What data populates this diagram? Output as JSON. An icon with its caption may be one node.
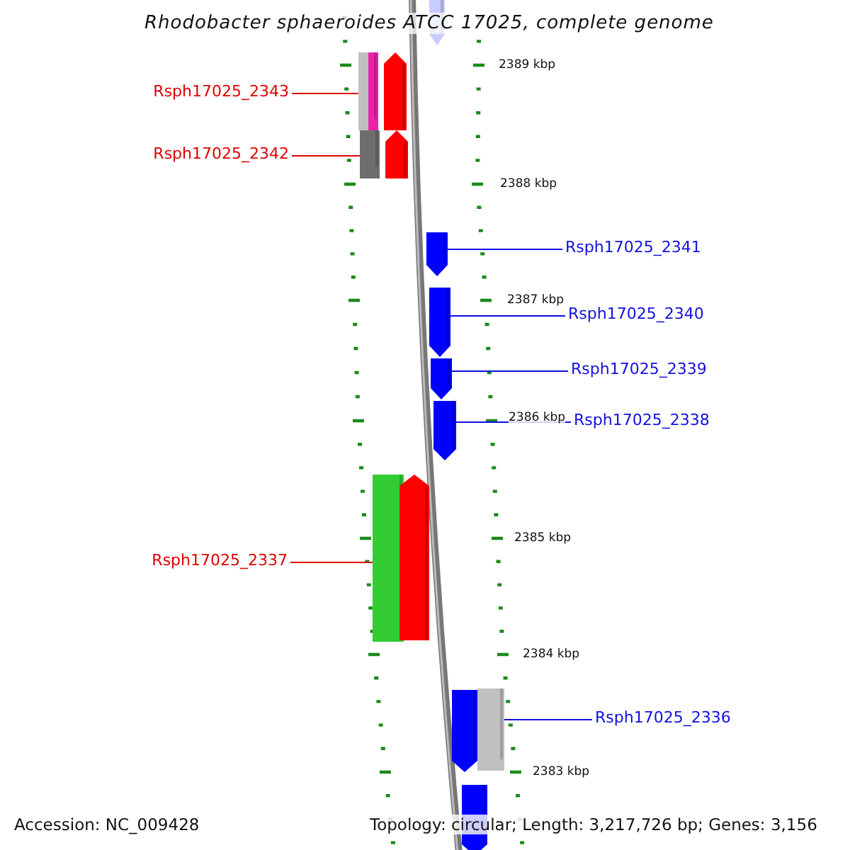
{
  "diagram": {
    "title": "Rhodobacter sphaeroides ATCC 17025, complete genome",
    "nodes": [
      {
        "text": [],
        "shape": "bar"
      },
      {
        "text": [
          "Rsph17025_2343"
        ]
      },
      {
        "text": [],
        "shape": "bar"
      },
      {
        "text": [],
        "shape": "bar"
      },
      {
        "text": [
          "Rsph17025_2342"
        ]
      },
      {
        "text": [],
        "shape": "bar"
      },
      {
        "text": [],
        "shape": "bar"
      },
      {
        "text": [
          "Rsph17025_2341"
        ]
      },
      {
        "text": [],
        "shape": "bar"
      },
      {
        "text": [
          "Rsph17025_2340"
        ]
      },
      {
        "text": [],
        "shape": "bar"
      },
      {
        "text": [
          "Rsph17025_2339"
        ]
      },
      {
        "text": [],
        "shape": "bar"
      },
      {
        "text": [
          "Rsph17025_2338"
        ]
      },
      {
        "text": [],
        "shape": "bar"
      },
      {
        "text": [
          "Rsph17025_2337"
        ]
      },
      {
        "text": [],
        "shape": "bar"
      },
      {
        "text": [],
        "shape": "bar"
      },
      {
        "text": [
          "Rsph17025_2336"
        ]
      },
      {
        "text": [],
        "shape": "bar"
      },
      {
        "text": [],
        "shape": "bar"
      },
      {
        "text": [],
        "shape": "bar"
      }
    ],
    "edges": [
      {
        "from": 1,
        "to": 2,
        "arrow": "none",
        "color": "#e00000"
      },
      {
        "from": 4,
        "to": 5,
        "arrow": "none",
        "color": "#e00000"
      },
      {
        "from": 7,
        "to": 8,
        "arrow": "none"
      },
      {
        "from": 9,
        "to": 10,
        "arrow": "none"
      },
      {
        "from": 11,
        "to": 12,
        "arrow": "none"
      },
      {
        "from": 13,
        "to": 14,
        "arrow": "none"
      },
      {
        "from": 15,
        "to": 16,
        "arrow": "none",
        "color": "#e00000"
      },
      {
        "from": 18,
        "to": 20,
        "arrow": "none"
      }
    ],
    "labels": [
      "2389 kbp",
      "2388 kbp",
      "2387 kbp",
      "2386 kbp",
      "2385 kbp",
      "2384 kbp",
      "2383 kbp",
      "Accession: NC_009428",
      "Topology: circular; Length: 3,217,726 bp; Genes: 3,156"
    ]
  }
}
